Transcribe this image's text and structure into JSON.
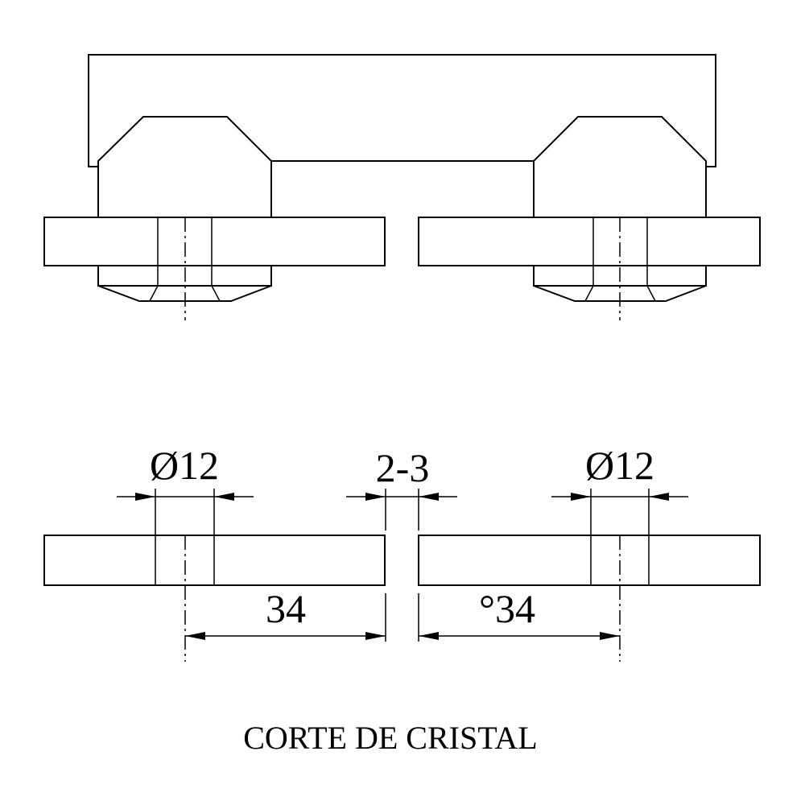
{
  "drawing": {
    "title": "CORTE DE CRISTAL",
    "dimensions": {
      "hole_left": "Ø12",
      "hole_right": "Ø12",
      "gap": "2-3",
      "offset_left": "34",
      "offset_right": "°34"
    },
    "line_color": "#000000",
    "background": "#ffffff"
  }
}
